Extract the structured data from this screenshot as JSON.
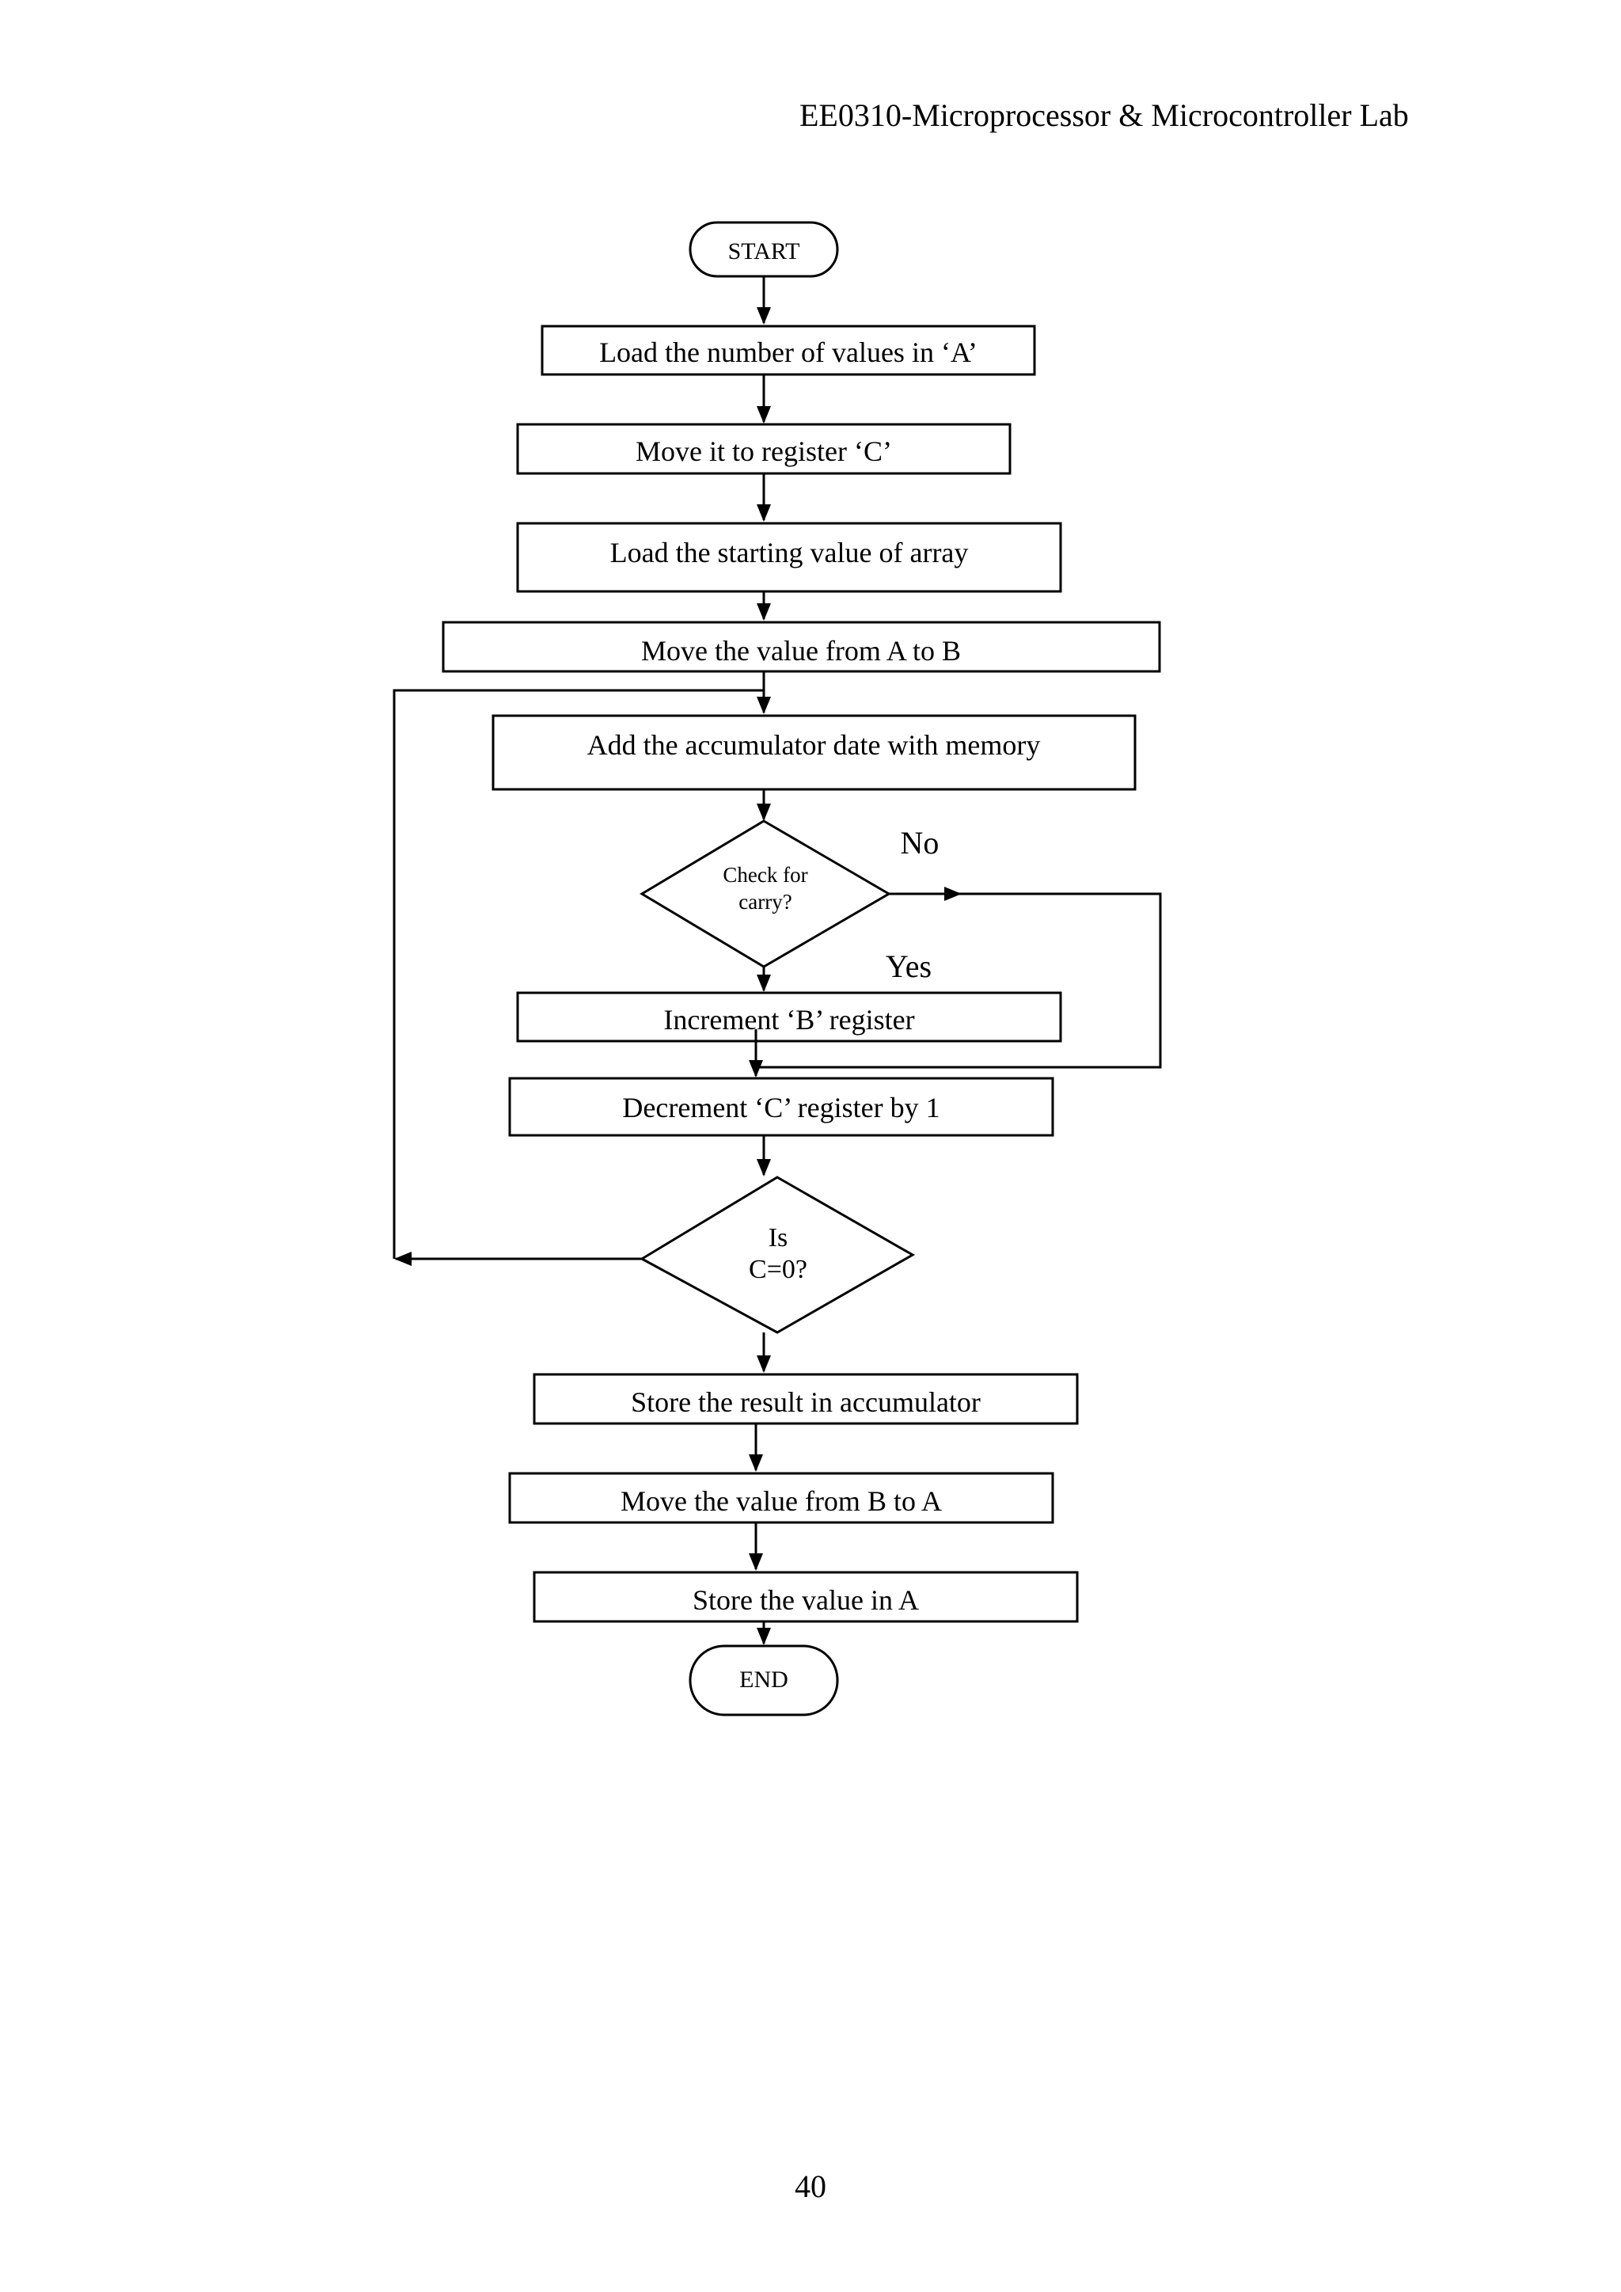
{
  "header": {
    "course": "EE0310-Microprocessor & Microcontroller Lab"
  },
  "flowchart": {
    "start": "START",
    "end": "END",
    "steps": {
      "load_count": "Load the number of values in ‘A’",
      "move_to_c": "Move it to register ‘C’",
      "load_start": "Load the starting value of array",
      "move_a_to_b": "Move the value from A to B",
      "add_acc": "Add the accumulator date with memory",
      "increment_b": "Increment ‘B’ register",
      "decrement_c": "Decrement ‘C’ register by 1",
      "store_result": "Store the result in accumulator",
      "move_b_to_a": "Move the value from B to A",
      "store_value": "Store the value in A"
    },
    "decisions": {
      "carry_line1": "Check for",
      "carry_line2": "carry?",
      "zero_line1": "Is",
      "zero_line2": "C=0?"
    },
    "labels": {
      "no": "No",
      "yes": "Yes"
    }
  },
  "footer": {
    "page_number": "40"
  }
}
